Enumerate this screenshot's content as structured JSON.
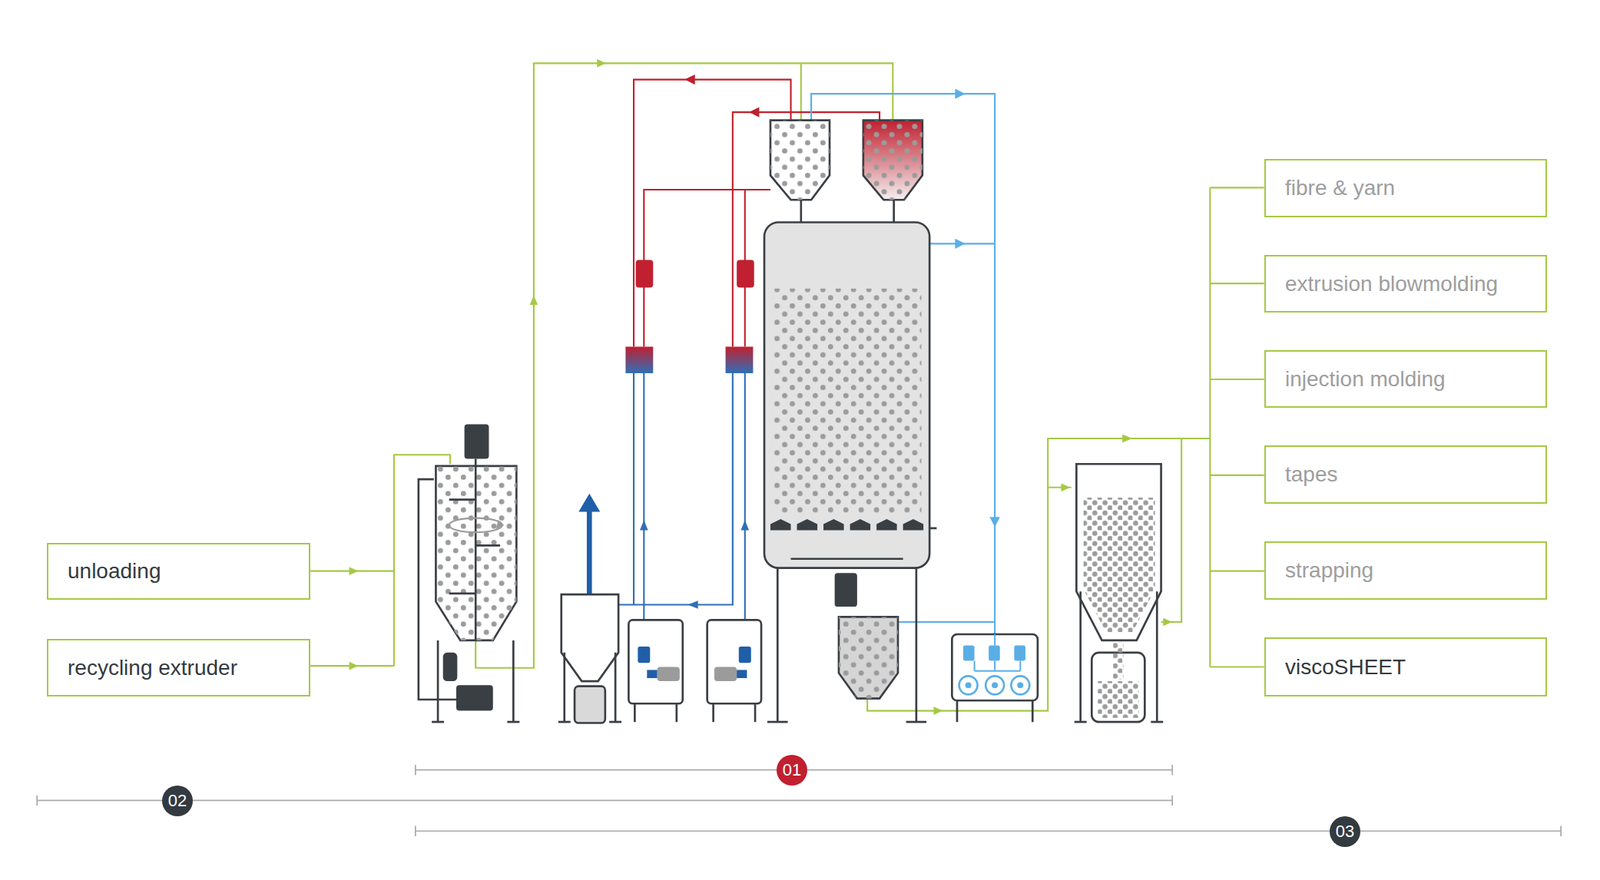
{
  "diagram": {
    "nodes": [
      {
        "text": [
          "unloading"
        ]
      },
      {
        "text": [
          "recycling extruder"
        ]
      },
      {
        "text": [
          "fibre & yarn"
        ]
      },
      {
        "text": [
          "extrusion blowmolding"
        ]
      },
      {
        "text": [
          "injection molding"
        ]
      },
      {
        "text": [
          "tapes"
        ]
      },
      {
        "text": [
          "strapping"
        ]
      },
      {
        "text": [
          "viscoSHEET"
        ]
      }
    ],
    "labels": [
      "01",
      "02",
      "03"
    ]
  }
}
